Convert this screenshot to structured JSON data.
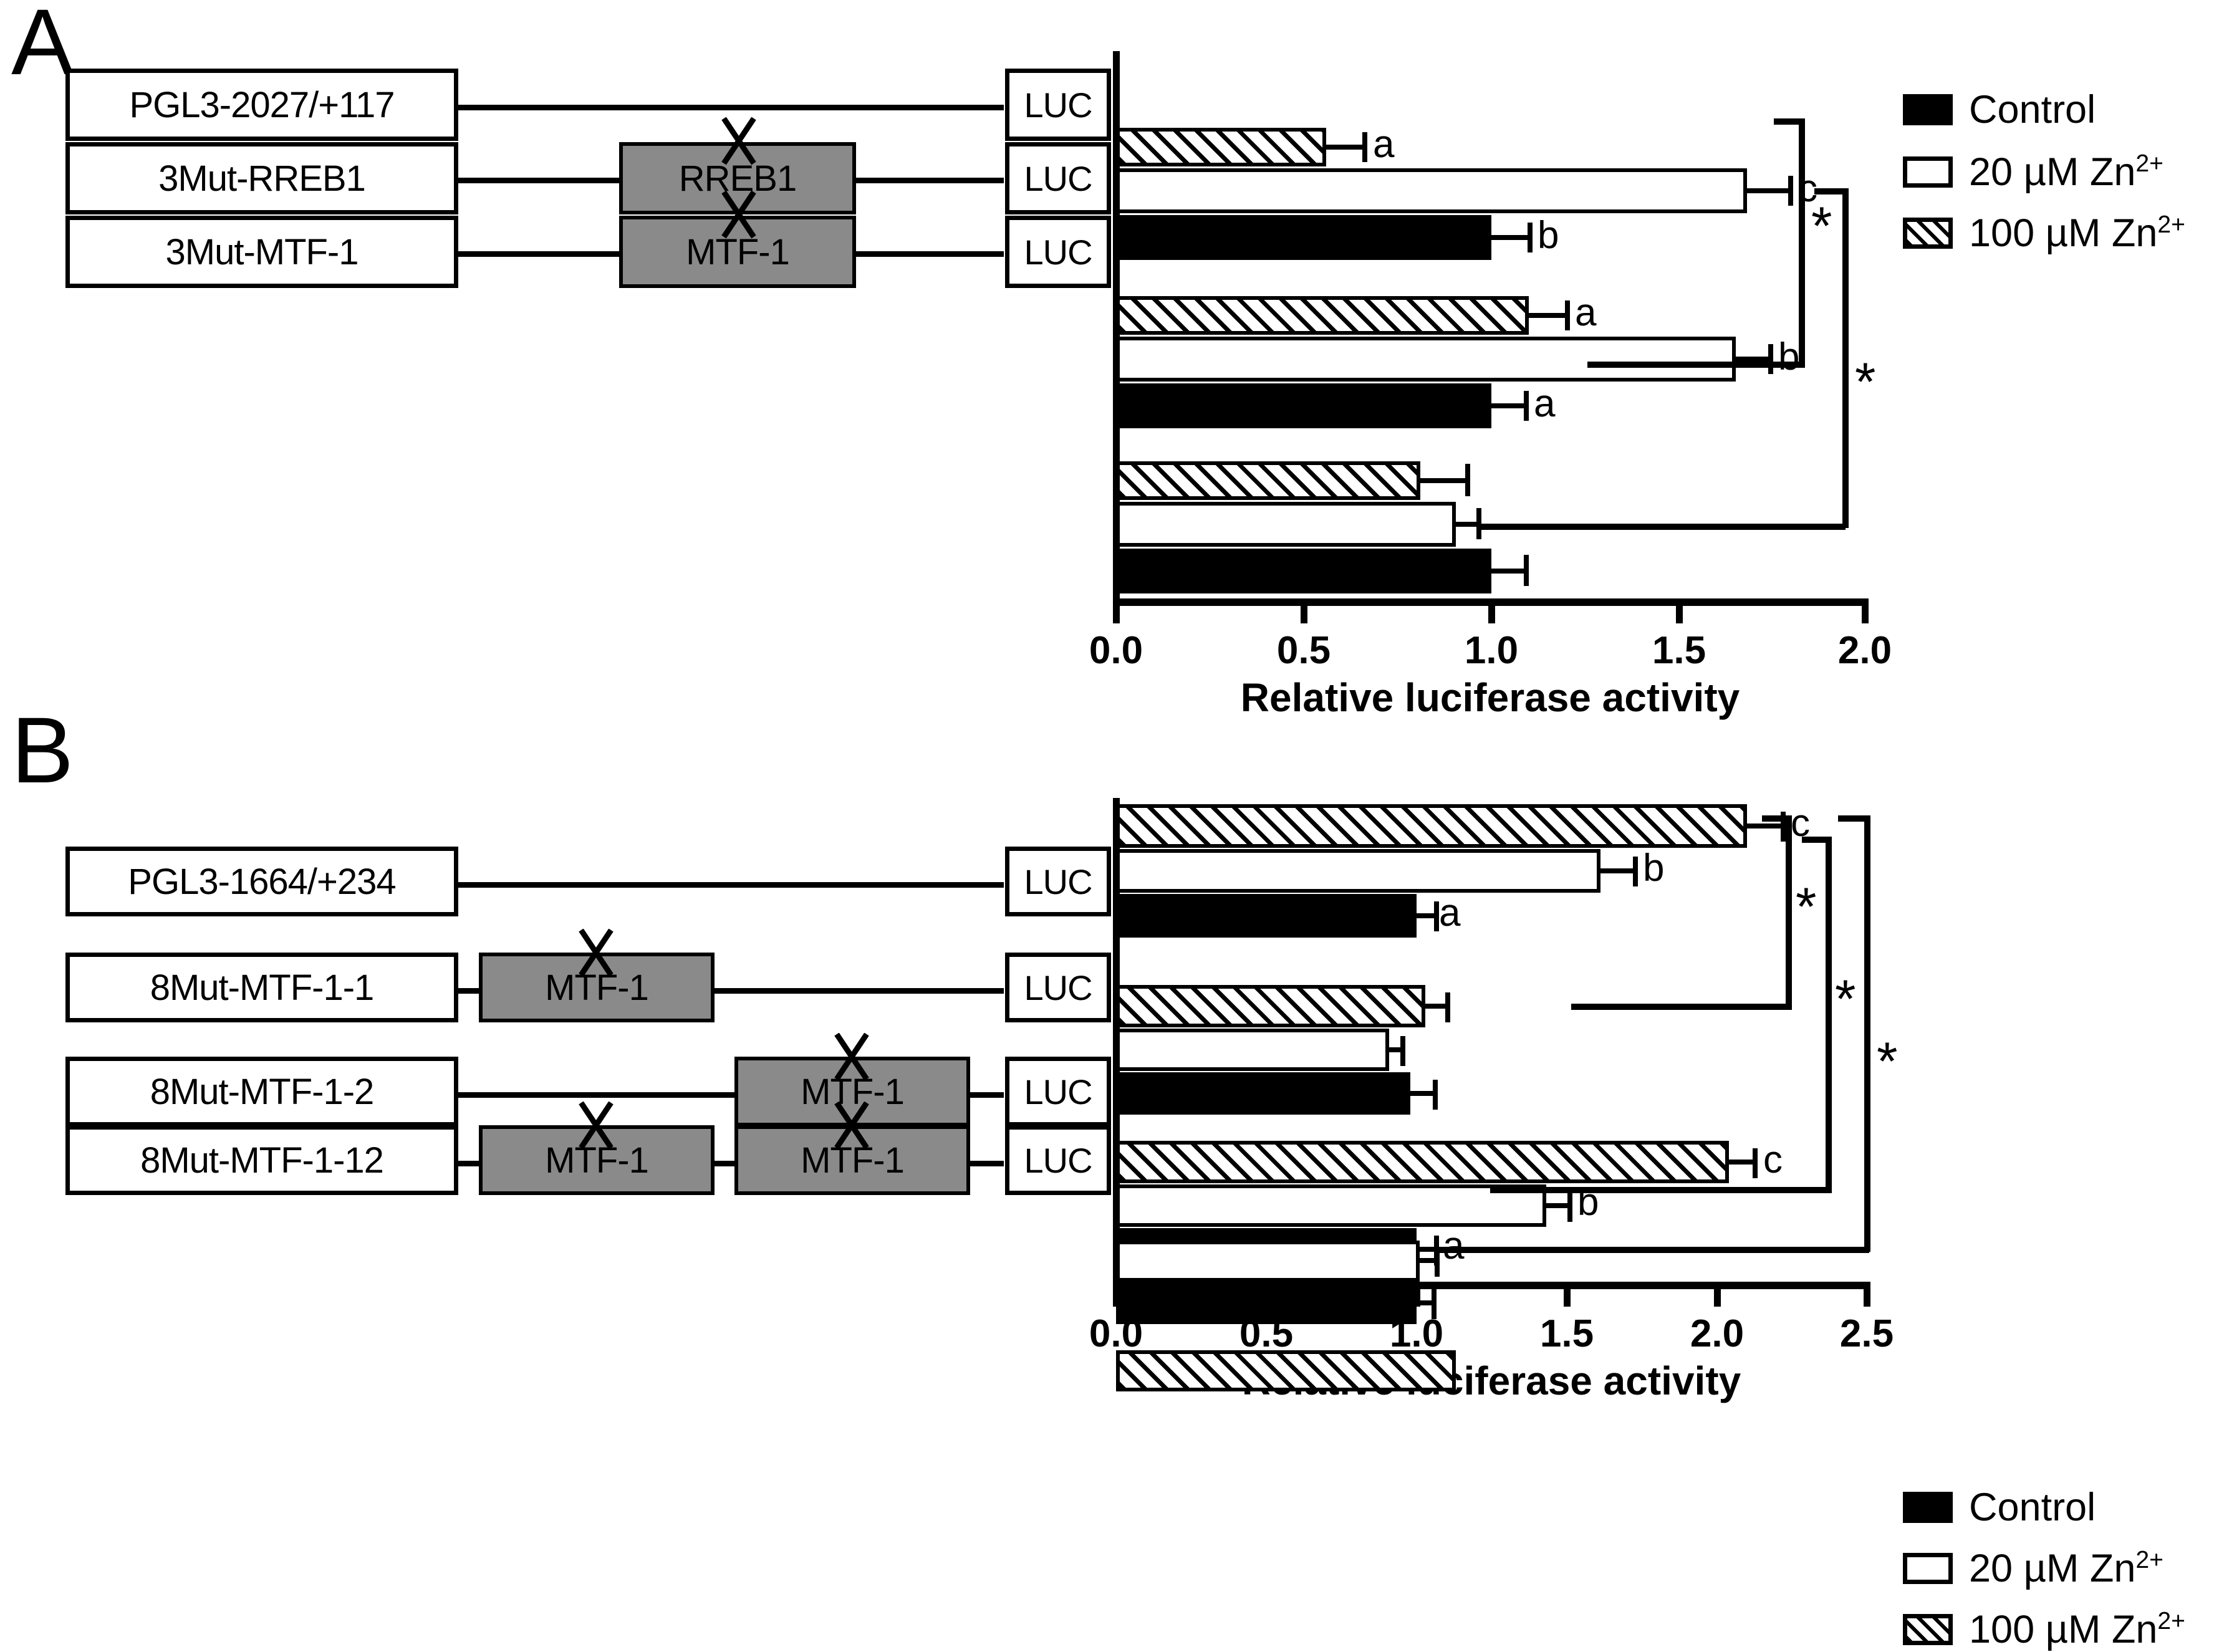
{
  "figure": {
    "panels": [
      {
        "letter": "A",
        "axis": {
          "label": "Relative luciferase activity",
          "ticks": [
            "0.0",
            "0.5",
            "1.0",
            "1.5",
            "2.0"
          ],
          "min": 0.0,
          "max": 2.0
        },
        "legend": [
          {
            "swatch": "solid",
            "label_html": "Control",
            "label": "Control"
          },
          {
            "swatch": "open",
            "label_html": "20 µM Zn",
            "label": "20 µM Zn2+",
            "sup": "2+"
          },
          {
            "swatch": "hatch",
            "label_html": "100 µM Zn",
            "label": "100 µM Zn2+",
            "sup": "2+"
          }
        ],
        "constructs": [
          {
            "name": "PGL3-2027/+117",
            "sites": [],
            "reporter": "LUC"
          },
          {
            "name": "3Mut-RREB1",
            "sites": [
              {
                "label": "RREB1",
                "mutated": true
              }
            ],
            "reporter": "LUC"
          },
          {
            "name": "3Mut-MTF-1",
            "sites": [
              {
                "label": "MTF-1",
                "mutated": true
              }
            ],
            "reporter": "LUC"
          }
        ],
        "significance_stars": [
          "*",
          "*"
        ]
      },
      {
        "letter": "B",
        "axis": {
          "label": "Relative luciferase activity",
          "ticks": [
            "0.0",
            "0.5",
            "1.0",
            "1.5",
            "2.0",
            "2.5"
          ],
          "min": 0.0,
          "max": 2.5
        },
        "legend": [
          {
            "swatch": "solid",
            "label_html": "Control",
            "label": "Control"
          },
          {
            "swatch": "open",
            "label_html": "20 µM Zn",
            "label": "20 µM Zn2+",
            "sup": "2+"
          },
          {
            "swatch": "hatch",
            "label_html": "100 µM Zn",
            "label": "100 µM Zn2+",
            "sup": "2+"
          }
        ],
        "constructs": [
          {
            "name": "PGL3-1664/+234",
            "sites": [],
            "reporter": "LUC"
          },
          {
            "name": "8Mut-MTF-1-1",
            "sites": [
              {
                "label": "MTF-1",
                "mutated": true,
                "slot": 1
              }
            ],
            "reporter": "LUC"
          },
          {
            "name": "8Mut-MTF-1-2",
            "sites": [
              {
                "label": "MTF-1",
                "mutated": true,
                "slot": 2
              }
            ],
            "reporter": "LUC"
          },
          {
            "name": "8Mut-MTF-1-12",
            "sites": [
              {
                "label": "MTF-1",
                "mutated": true,
                "slot": 1
              },
              {
                "label": "MTF-1",
                "mutated": true,
                "slot": 2
              }
            ],
            "reporter": "LUC"
          }
        ],
        "significance_stars": [
          "*",
          "*",
          "*"
        ]
      }
    ]
  },
  "chart_data": [
    {
      "type": "bar",
      "orientation": "horizontal",
      "title": "A",
      "xlabel": "Relative luciferase activity",
      "ylabel": "",
      "xlim": [
        0.0,
        2.0
      ],
      "xticks": [
        0.0,
        0.5,
        1.0,
        1.5,
        2.0
      ],
      "grid": false,
      "legend_position": "top-right",
      "categories": [
        "PGL3-2027/+117",
        "3Mut-RREB1",
        "3Mut-MTF-1"
      ],
      "series": [
        {
          "name": "Control",
          "style": "solid",
          "values": [
            1.0,
            1.0,
            1.0
          ],
          "errors": [
            0.09,
            0.04,
            0.09
          ]
        },
        {
          "name": "20 µM Zn2+",
          "style": "open",
          "values": [
            1.68,
            1.65,
            0.9
          ],
          "errors": [
            0.12,
            0.07,
            0.06
          ]
        },
        {
          "name": "100 µM Zn2+",
          "style": "hatch",
          "values": [
            0.56,
            1.1,
            0.81
          ],
          "errors": [
            0.06,
            0.05,
            0.13
          ]
        }
      ],
      "annotations": [
        {
          "category": "PGL3-2027/+117",
          "series": "100 µM Zn2+",
          "text": "a"
        },
        {
          "category": "PGL3-2027/+117",
          "series": "20 µM Zn2+",
          "text": "c"
        },
        {
          "category": "PGL3-2027/+117",
          "series": "Control",
          "text": "b"
        },
        {
          "category": "3Mut-RREB1",
          "series": "100 µM Zn2+",
          "text": "a"
        },
        {
          "category": "3Mut-RREB1",
          "series": "20 µM Zn2+",
          "text": "b"
        },
        {
          "category": "3Mut-RREB1",
          "series": "Control",
          "text": "a"
        }
      ]
    },
    {
      "type": "bar",
      "orientation": "horizontal",
      "title": "B",
      "xlabel": "Relative luciferase activity",
      "ylabel": "",
      "xlim": [
        0.0,
        2.5
      ],
      "xticks": [
        0.0,
        0.5,
        1.0,
        1.5,
        2.0,
        2.5
      ],
      "grid": false,
      "legend_position": "top-right",
      "categories": [
        "PGL3-1664/+234",
        "8Mut-MTF-1-1",
        "8Mut-MTF-1-2",
        "8Mut-MTF-1-12"
      ],
      "series": [
        {
          "name": "Control",
          "style": "solid",
          "values": [
            1.0,
            0.98,
            1.0,
            1.0
          ],
          "errors": [
            0.04,
            0.07,
            0.04,
            0.04
          ]
        },
        {
          "name": "20 µM Zn2+",
          "style": "open",
          "values": [
            1.61,
            0.91,
            1.43,
            1.01
          ],
          "errors": [
            0.11,
            0.04,
            0.08,
            0.05
          ]
        },
        {
          "name": "100 µM Zn2+",
          "style": "hatch",
          "values": [
            2.1,
            1.03,
            2.04,
            1.13
          ],
          "errors": [
            0.1,
            0.06,
            0.06,
            0.09
          ]
        }
      ],
      "annotations": [
        {
          "category": "PGL3-1664/+234",
          "series": "100 µM Zn2+",
          "text": "c"
        },
        {
          "category": "PGL3-1664/+234",
          "series": "20 µM Zn2+",
          "text": "b"
        },
        {
          "category": "PGL3-1664/+234",
          "series": "Control",
          "text": "a"
        },
        {
          "category": "8Mut-MTF-1-2",
          "series": "100 µM Zn2+",
          "text": "c"
        },
        {
          "category": "8Mut-MTF-1-2",
          "series": "20 µM Zn2+",
          "text": "b"
        },
        {
          "category": "8Mut-MTF-1-2",
          "series": "Control",
          "text": "a"
        }
      ]
    }
  ]
}
